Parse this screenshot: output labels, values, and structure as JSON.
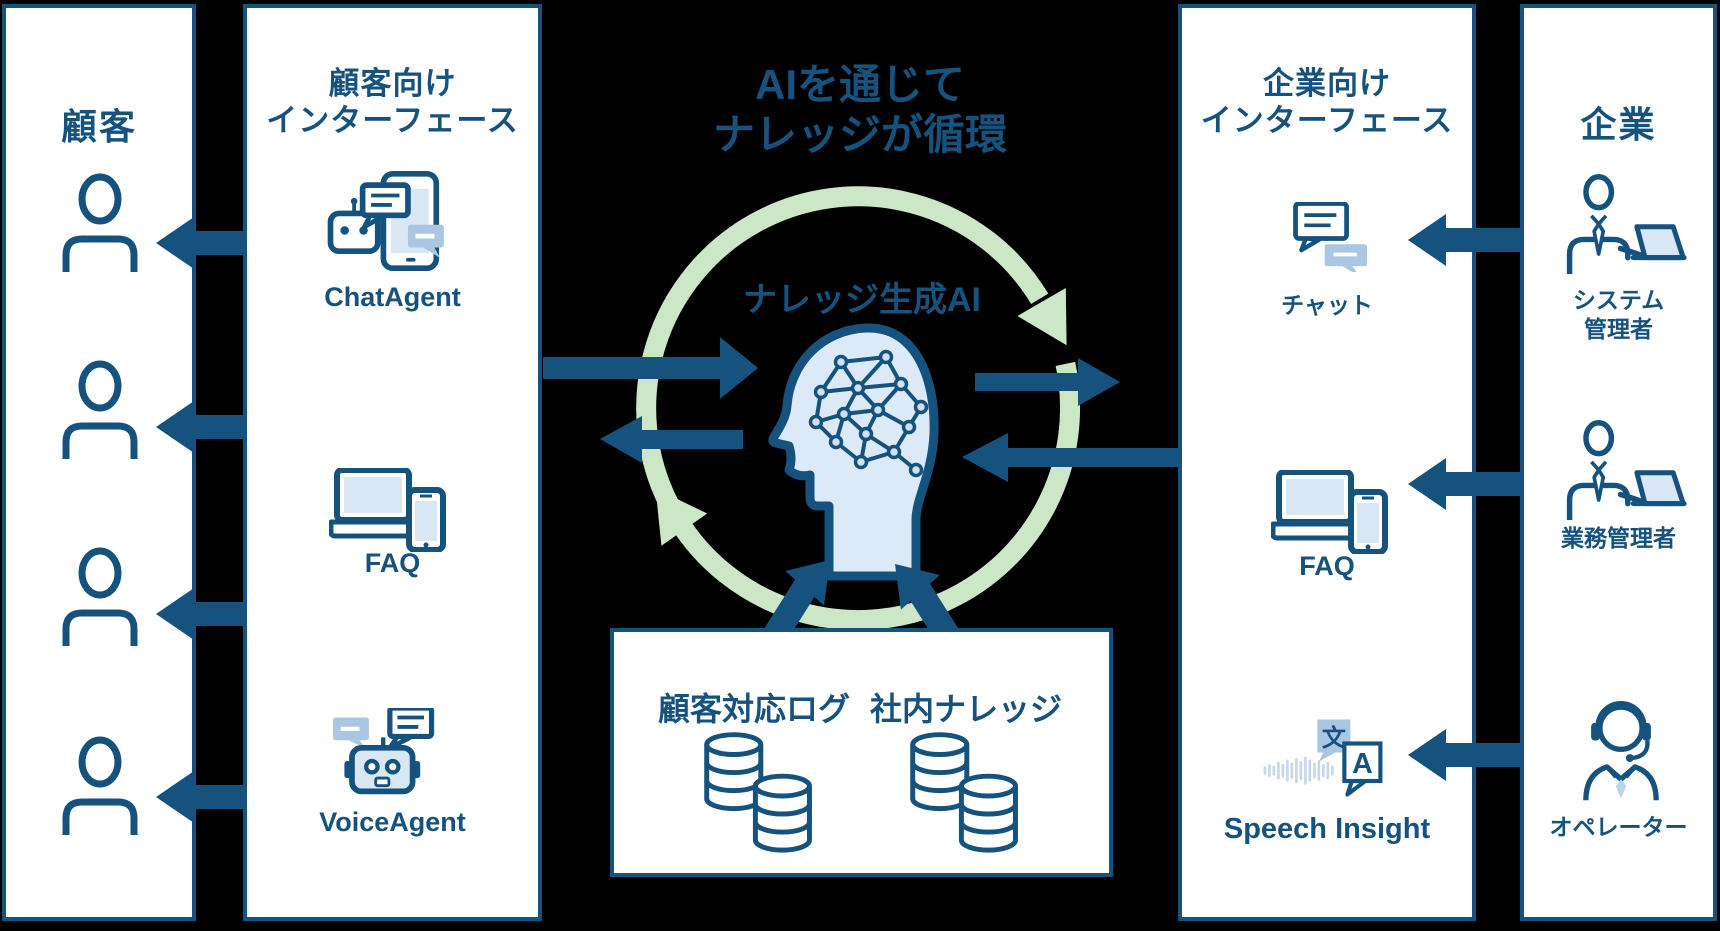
{
  "colors": {
    "background": "#000000",
    "panel_background": "#FFFFFF",
    "dark_blue": "#15527E",
    "light_blue_fill": "#D9E6F4",
    "mid_blue_bubble": "#A9C6E3",
    "waveform_blue": "#C4D7EC",
    "cycle_green": "#CBE7C5"
  },
  "center": {
    "title_lines": [
      "AIを通じて",
      "ナレッジが循環"
    ],
    "ai_label": "ナレッジ生成AI"
  },
  "knowledge_box": {
    "items": [
      {
        "label": "顧客対応ログ",
        "icon": "database-icon"
      },
      {
        "label": "社内ナレッジ",
        "icon": "database-icon"
      }
    ]
  },
  "panels": {
    "customer": {
      "title": "顧客",
      "person_count": 4
    },
    "customer_interface": {
      "title_lines": [
        "顧客向け",
        "インターフェース"
      ],
      "items": [
        {
          "label": "ChatAgent",
          "icon": "chatbot-phone-icon"
        },
        {
          "label": "FAQ",
          "icon": "laptop-phone-icon"
        },
        {
          "label": "VoiceAgent",
          "icon": "robot-speech-icon"
        }
      ]
    },
    "enterprise_interface": {
      "title_lines": [
        "企業向け",
        "インターフェース"
      ],
      "items": [
        {
          "label": "チャット",
          "icon": "chat-bubbles-icon"
        },
        {
          "label": "FAQ",
          "icon": "laptop-phone-icon"
        },
        {
          "label": "Speech Insight",
          "icon": "speech-analysis-icon",
          "glyphs": [
            "文",
            "A"
          ]
        }
      ]
    },
    "enterprise": {
      "title": "企業",
      "items": [
        {
          "label_lines": [
            "システム",
            "管理者"
          ],
          "icon": "admin-laptop-icon"
        },
        {
          "label": "業務管理者",
          "icon": "admin-laptop-icon"
        },
        {
          "label": "オペレーター",
          "icon": "operator-headset-icon"
        }
      ]
    }
  }
}
